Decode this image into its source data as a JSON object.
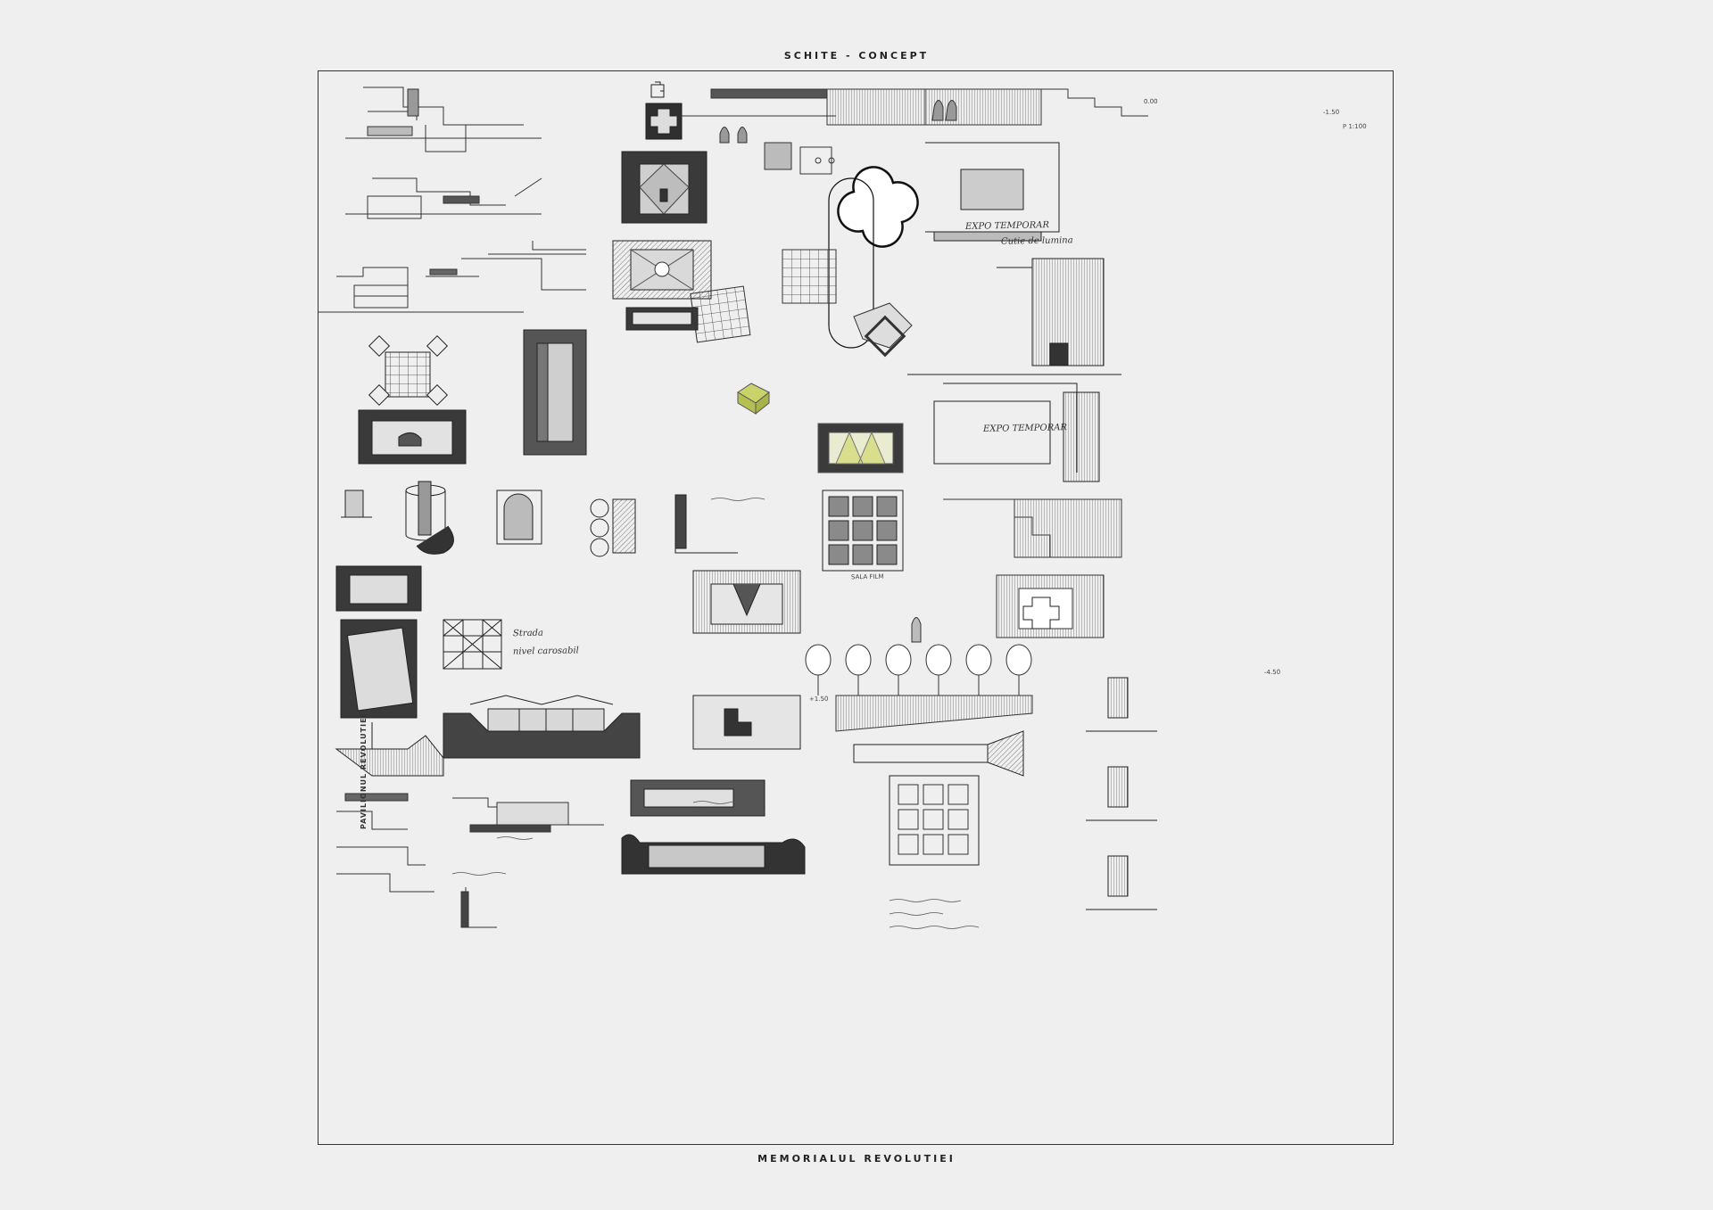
{
  "sheet": {
    "title_top": "SCHITE - CONCEPT",
    "title_bottom": "MEMORIALUL REVOLUTIEI"
  },
  "annotations": {
    "pavilion_vertical": "PAVILIONUL REVOLUTIEI",
    "expo_temporar_1": "EXPO TEMPORAR",
    "expo_temporar_2": "EXPO TEMPORAR",
    "cutie_lumina": "Cutie de lumina",
    "sala_film": "SALA FILM",
    "scale": "P 1:100",
    "strada": "Strada",
    "nivel_carosabil": "nivel carosabil",
    "level_1": "-1.50",
    "level_2": "+1.50",
    "level_3": "0.00",
    "level_4": "-4.50"
  },
  "colors": {
    "ink": "#2a2a2a",
    "graphite": "#555555",
    "shade": "#7a7a7a",
    "dark_fill": "#3a3a3a",
    "accent_yellow": "#c9d36a",
    "paper": "#efefef"
  }
}
